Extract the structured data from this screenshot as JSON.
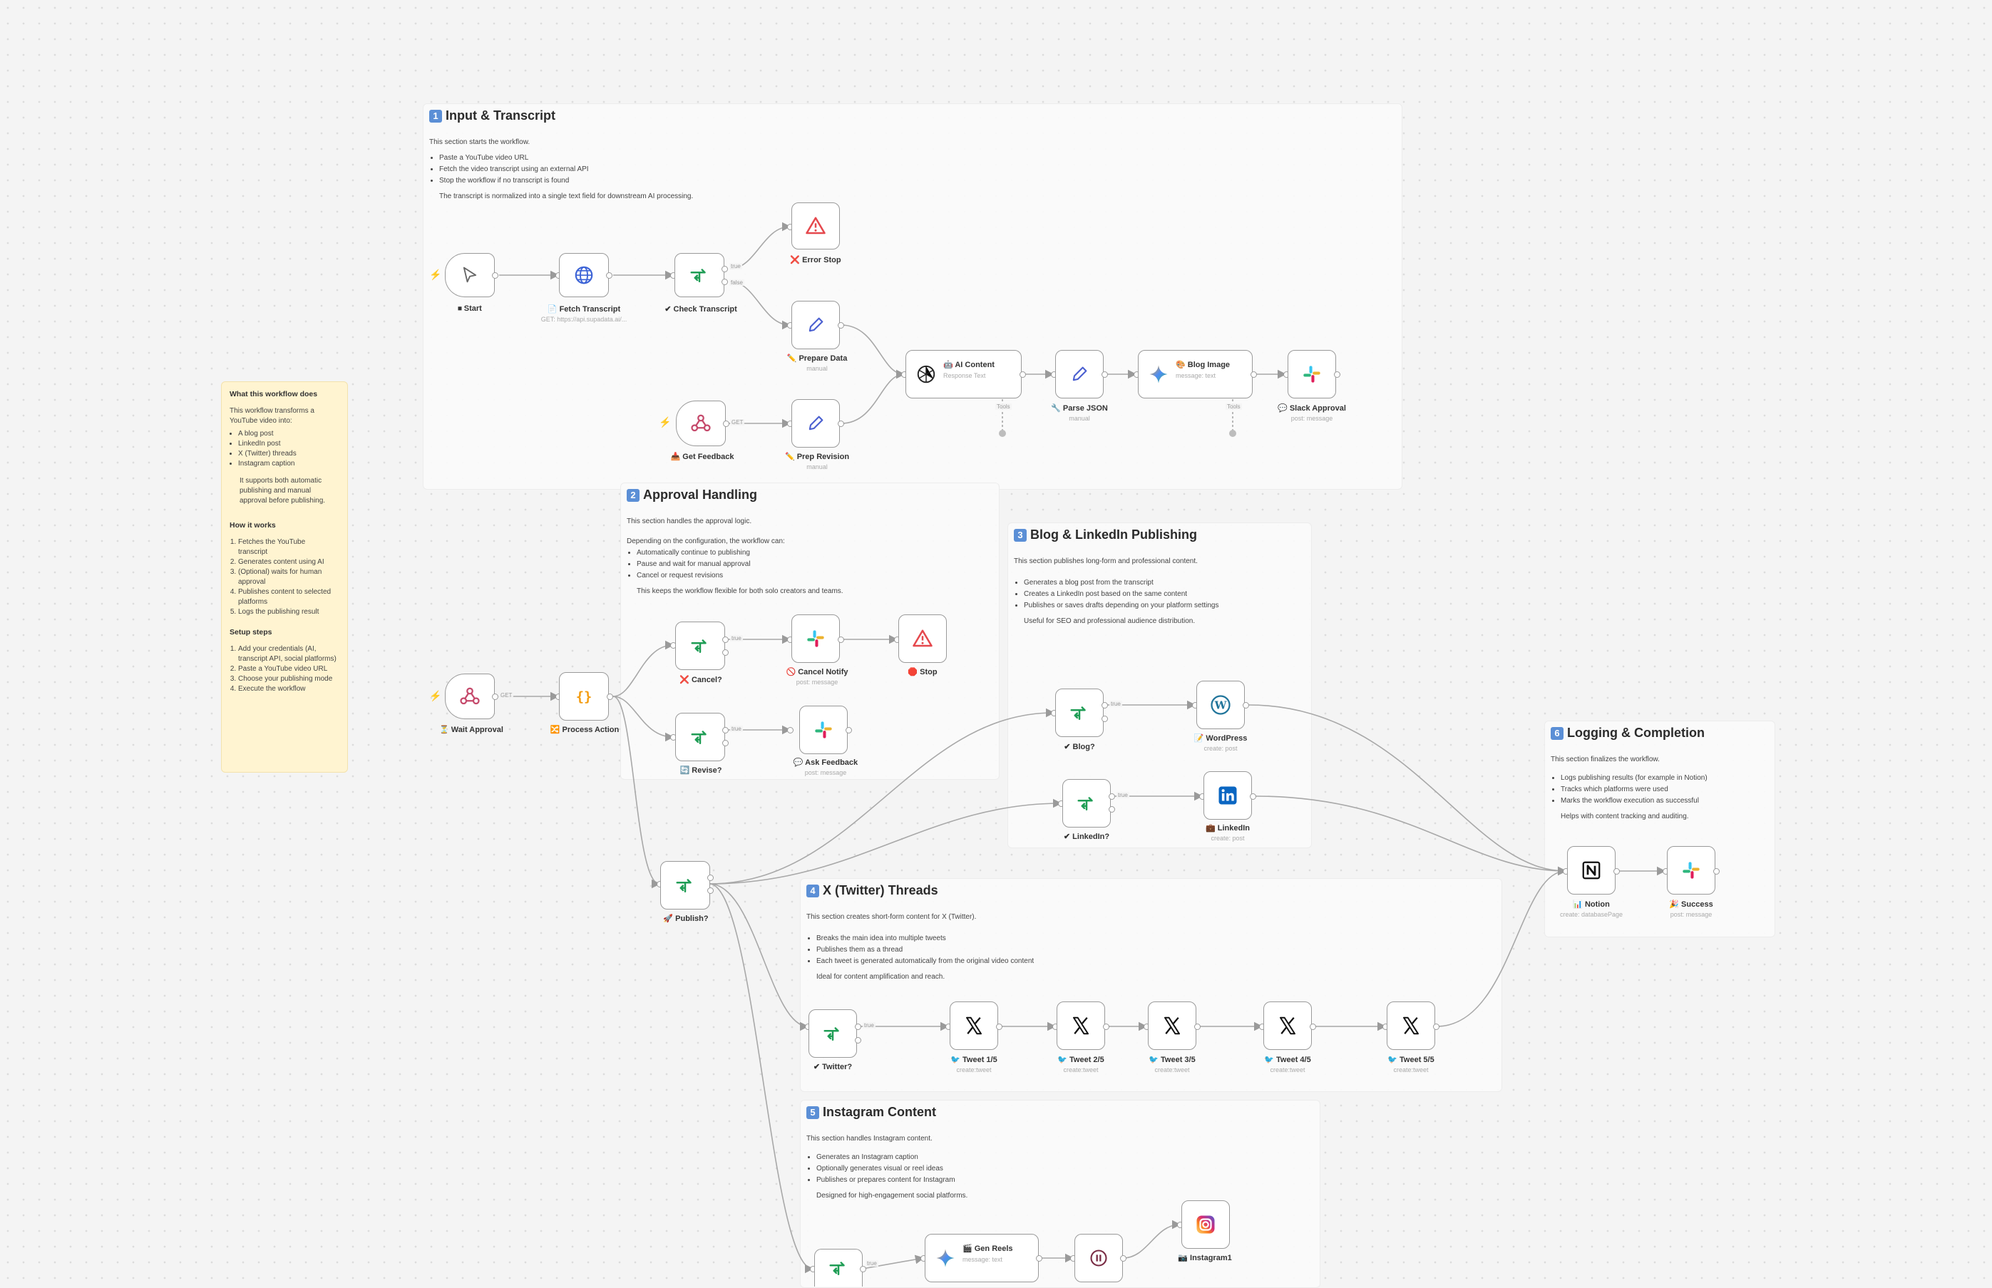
{
  "note": {
    "title": "What this workflow does",
    "intro": "This workflow transforms a YouTube video into:",
    "outputs": [
      "A blog post",
      "LinkedIn post",
      "X (Twitter) threads",
      "Instagram caption"
    ],
    "extra": "It supports both automatic publishing and manual approval before publishing.",
    "how_title": "How it works",
    "how_steps": [
      "Fetches the YouTube transcript",
      "Generates content using AI",
      "(Optional) waits for human approval",
      "Publishes content to selected platforms",
      "Logs the publishing result"
    ],
    "setup_title": "Setup steps",
    "setup_steps": [
      "Add your credentials (AI, transcript API, social platforms)",
      "Paste a YouTube video URL",
      "Choose your publishing mode",
      "Execute the workflow"
    ]
  },
  "sections": {
    "s1": {
      "num": "1",
      "title": "Input & Transcript",
      "intro": "This section starts the workflow.",
      "bullets": [
        "Paste a YouTube video URL",
        "Fetch the video transcript using an external API",
        "Stop the workflow if no transcript is found"
      ],
      "outro": "The transcript is normalized into a single text field for downstream AI processing."
    },
    "s2": {
      "num": "2",
      "title": "Approval Handling",
      "intro": "This section handles the approval logic.",
      "intro2": "Depending on the configuration, the workflow can:",
      "bullets": [
        "Automatically continue to publishing",
        "Pause and wait for manual approval",
        "Cancel or request revisions"
      ],
      "outro": "This keeps the workflow flexible for both solo creators and teams."
    },
    "s3": {
      "num": "3",
      "title": "Blog & LinkedIn Publishing",
      "intro": "This section publishes long-form and professional content.",
      "bullets": [
        "Generates a blog post from the transcript",
        "Creates a LinkedIn post based on the same content",
        "Publishes or saves drafts depending on your platform settings"
      ],
      "outro": "Useful for SEO and professional audience distribution."
    },
    "s4": {
      "num": "4",
      "title": "X (Twitter) Threads",
      "intro": "This section creates short-form content for X (Twitter).",
      "bullets": [
        "Breaks the main idea into multiple tweets",
        "Publishes them as a thread",
        "Each tweet is generated automatically from the original video content"
      ],
      "outro": "Ideal for content amplification and reach."
    },
    "s5": {
      "num": "5",
      "title": "Instagram Content",
      "intro": "This section handles Instagram content.",
      "bullets": [
        "Generates an Instagram caption",
        "Optionally generates visual or reel ideas",
        "Publishes or prepares content for Instagram"
      ],
      "outro": "Designed for high-engagement social platforms."
    },
    "s6": {
      "num": "6",
      "title": "Logging & Completion",
      "intro": "This section finalizes the workflow.",
      "bullets": [
        "Logs publishing results (for example in Notion)",
        "Tracks which platforms were used",
        "Marks the workflow execution as successful"
      ],
      "outro": "Helps with content tracking and auditing."
    }
  },
  "nodes": {
    "start": {
      "label": "⏹ Start",
      "icon": "cursor-icon"
    },
    "fetch": {
      "label": "📄 Fetch Transcript",
      "sub": "GET: https://api.supadata.ai/...",
      "icon": "globe-icon"
    },
    "check": {
      "label": "✔ Check Transcript",
      "icon": "if-icon"
    },
    "errstop": {
      "label": "❌ Error Stop",
      "icon": "warning-icon"
    },
    "prep": {
      "label": "✏️ Prepare Data",
      "sub": "manual",
      "icon": "pencil-icon"
    },
    "feedback": {
      "label": "📥 Get Feedback",
      "icon": "webhook-icon"
    },
    "prevrev": {
      "label": "✏️ Prep Revision",
      "sub": "manual",
      "icon": "pencil-icon"
    },
    "ai": {
      "label": "🤖 AI Content",
      "sub": "Response Text",
      "icon": "openai-icon"
    },
    "parse": {
      "label": "🔧 Parse JSON",
      "sub": "manual",
      "icon": "pencil-icon"
    },
    "blogimg": {
      "label": "🎨 Blog Image",
      "sub": "message: text",
      "icon": "gemini-icon"
    },
    "slackapp": {
      "label": "💬 Slack Approval",
      "sub": "post: message",
      "icon": "slack-icon"
    },
    "wait": {
      "label": "⏳ Wait Approval",
      "icon": "webhook-icon"
    },
    "process": {
      "label": "🔀 Process Action",
      "icon": "code-icon"
    },
    "cancel": {
      "label": "❌ Cancel?",
      "icon": "if-icon"
    },
    "cnotify": {
      "label": "🚫 Cancel Notify",
      "sub": "post: message",
      "icon": "slack-icon"
    },
    "stop": {
      "label": "🛑 Stop",
      "icon": "warning-icon"
    },
    "revise": {
      "label": "🔄 Revise?",
      "icon": "if-icon"
    },
    "askfb": {
      "label": "💬 Ask Feedback",
      "sub": "post: message",
      "icon": "slack-icon"
    },
    "publish": {
      "label": "🚀 Publish?",
      "icon": "if-icon"
    },
    "blogq": {
      "label": "✔ Blog?",
      "icon": "if-icon"
    },
    "wordpress": {
      "label": "📝 WordPress",
      "sub": "create: post",
      "icon": "wordpress-icon"
    },
    "linkedq": {
      "label": "✔ LinkedIn?",
      "icon": "if-icon"
    },
    "linkedin": {
      "label": "💼 LinkedIn",
      "sub": "create: post",
      "icon": "linkedin-icon"
    },
    "twitterq": {
      "label": "✔ Twitter?",
      "icon": "if-icon"
    },
    "t1": {
      "label": "🐦 Tweet 1/5",
      "sub": "create:tweet",
      "icon": "x-icon"
    },
    "t2": {
      "label": "🐦 Tweet 2/5",
      "sub": "create:tweet",
      "icon": "x-icon"
    },
    "t3": {
      "label": "🐦 Tweet 3/5",
      "sub": "create:tweet",
      "icon": "x-icon"
    },
    "t4": {
      "label": "🐦 Tweet 4/5",
      "sub": "create:tweet",
      "icon": "x-icon"
    },
    "t5": {
      "label": "🐦 Tweet 5/5",
      "sub": "create:tweet",
      "icon": "x-icon"
    },
    "instaq": {
      "label": "",
      "icon": "if-icon"
    },
    "genreels": {
      "label": "🎬 Gen Reels",
      "sub": "message: text",
      "icon": "gemini-icon"
    },
    "wait2": {
      "label": "",
      "icon": "pause-icon"
    },
    "instagram": {
      "label": "📷 Instagram1",
      "icon": "instagram-icon"
    },
    "notion": {
      "label": "📊 Notion",
      "sub": "create: databasePage",
      "icon": "notion-icon"
    },
    "success": {
      "label": "🎉 Success",
      "sub": "post: message",
      "icon": "slack-icon"
    }
  },
  "edge_labels": {
    "true": "true",
    "false": "false",
    "tools": "Tools",
    "get": "GET"
  },
  "colors": {
    "if": "#1f9d55",
    "warning": "#e5484d",
    "webhook": "#c5496b",
    "accent": "#ff5a36"
  }
}
